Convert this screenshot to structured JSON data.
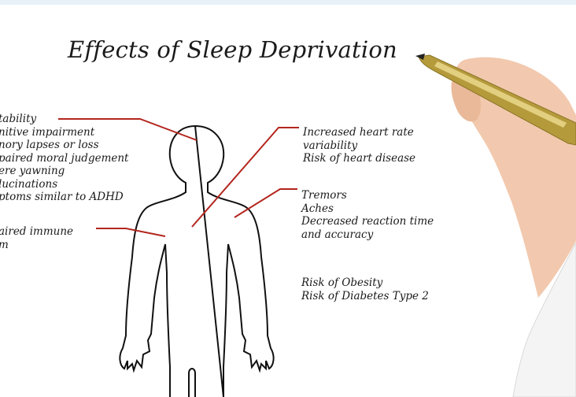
{
  "title": "Effects of Sleep Deprivation",
  "left_group_1": [
    "tability",
    "nitive impairment",
    "nory lapses or loss",
    "paired moral judgement",
    "ere yawning",
    "lucinations",
    "ptoms similar to ADHD"
  ],
  "left_group_2": [
    "aired immune",
    "m"
  ],
  "right_group_1": [
    "Increased heart rate",
    "variability",
    "Risk of heart disease"
  ],
  "right_group_2": [
    "Tremors",
    "Aches",
    "Decreased reaction time",
    "and accuracy"
  ],
  "right_group_3": [
    "Risk of Obesity",
    "Risk of Diabetes Type 2"
  ],
  "colors": {
    "background": "#e8f1f8",
    "board": "#ffffff",
    "ink": "#1a1a1a",
    "pointer_lines": "#b3261e",
    "pen_gold": "#b59a3c",
    "skin": "#f2c9ae",
    "coat": "#f4f4f4"
  }
}
